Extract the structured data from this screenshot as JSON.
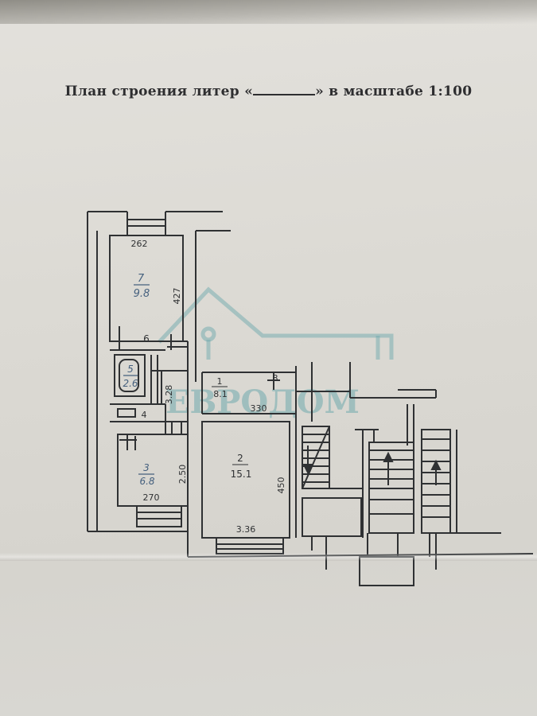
{
  "document": {
    "title_before": "План строения литер «",
    "title_after": "» в масштабе 1:100"
  },
  "watermark": {
    "text": "ЕВРОДОМ",
    "color": "#6fa9ad"
  },
  "rooms": [
    {
      "id": "7",
      "area": "9.8"
    },
    {
      "id": "6",
      "area": ""
    },
    {
      "id": "5",
      "area": "2.6"
    },
    {
      "id": "4",
      "area": ""
    },
    {
      "id": "3",
      "area": "6.8"
    },
    {
      "id": "1",
      "area": "8.1"
    },
    {
      "id": "8",
      "area": ""
    },
    {
      "id": "2",
      "area": "15.1"
    }
  ],
  "dimensions": {
    "d262": "262",
    "d427": "427",
    "d328": "3.28",
    "d330": "330",
    "d250": "2.50",
    "d270": "270",
    "d450": "450",
    "d336": "3.36"
  },
  "colors": {
    "ink": "#2f3133",
    "blue_ink": "#45607e",
    "paper": "#dcdad4"
  }
}
